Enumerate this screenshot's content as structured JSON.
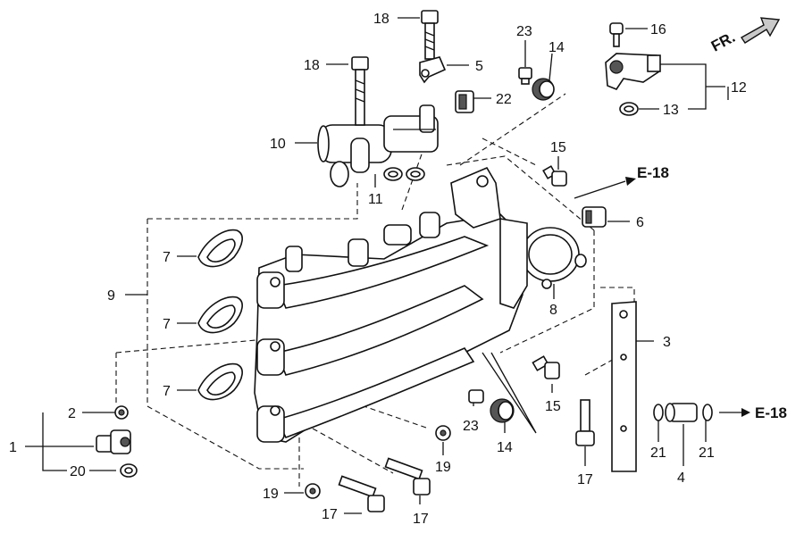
{
  "callouts": {
    "c18a": "18",
    "c18b": "18",
    "c5": "5",
    "c22": "22",
    "c23a": "23",
    "c14a": "14",
    "c16": "16",
    "c12": "12",
    "c13": "13",
    "c10": "10",
    "c11": "11",
    "c15a": "15",
    "c6": "6",
    "c7a": "7",
    "c7b": "7",
    "c7c": "7",
    "c9": "9",
    "c8": "8",
    "c3": "3",
    "c2": "2",
    "c1": "1",
    "c20": "20",
    "c23b": "23",
    "c14b": "14",
    "c15b": "15",
    "c19a": "19",
    "c19b": "19",
    "c17a": "17",
    "c17b": "17",
    "c17c": "17",
    "c21a": "21",
    "c21b": "21",
    "c4": "4"
  },
  "references": {
    "e18_top": "E-18",
    "e18_bottom": "E-18"
  },
  "direction_label": "FR."
}
